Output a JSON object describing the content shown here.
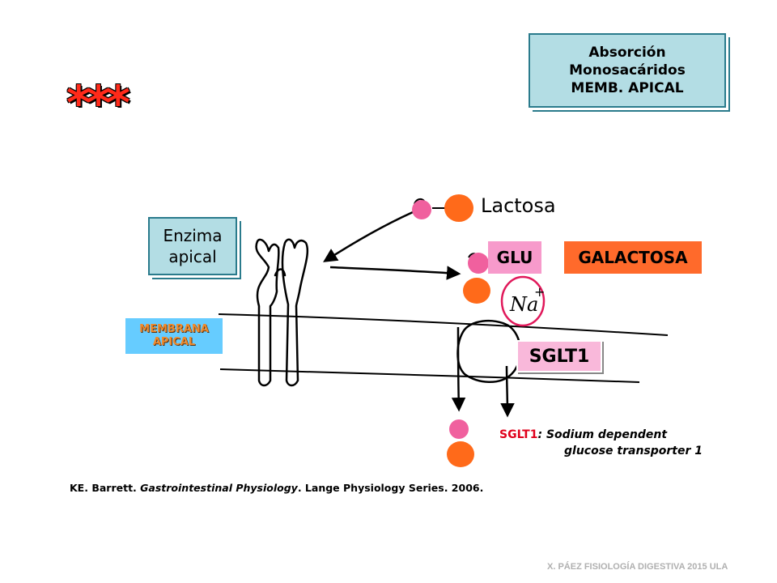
{
  "title_box": {
    "lines": [
      "Absorción",
      "Monosacáridos",
      "MEMB. APICAL"
    ]
  },
  "stars": "***",
  "enzyme_box": {
    "lines": [
      "Enzima",
      "apical"
    ]
  },
  "membrane_label": {
    "lines": [
      "MEMBRANA",
      "APICAL"
    ]
  },
  "lactose_label": "Lactosa",
  "glu_label": "GLU",
  "galactose_label": "GALACTOSA",
  "sodium_label": "Na+",
  "transporter_label": "SGLT1",
  "note": {
    "abbr": "SGLT1",
    "line1": ": Sodium dependent",
    "line2": "glucose transporter 1"
  },
  "citation": {
    "authors": "KE. Barrett. ",
    "title": "Gastrointestinal Physiology",
    "rest": ". Lange Physiology Series. 2006."
  },
  "footer": "X. PÁEZ   FISIOLOGÍA DIGESTIVA 2015  ULA",
  "colors": {
    "glucose": "#f0609e",
    "galactose": "#ff6a1a",
    "sodium_circle": "#e0185a",
    "title_fill": "#b3dde4",
    "membrane_fill": "#66ccff"
  }
}
